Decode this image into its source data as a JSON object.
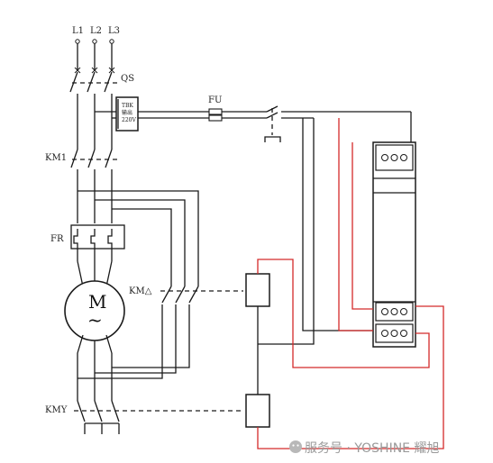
{
  "labels": {
    "l1": "L1",
    "l2": "L2",
    "l3": "L3",
    "qs": "QS",
    "km1": "KM1",
    "fr": "FR",
    "motor": "M",
    "motor_symbol": "~",
    "km_delta": "KM△",
    "kmy": "KMY",
    "fu": "FU"
  },
  "transformer": {
    "line1": "TBK",
    "line2": "输出",
    "line3": "220V"
  },
  "watermark": {
    "text": "服务号 · YOSHINE 耀旭"
  },
  "colors": {
    "wire": "#1a1a1a",
    "control_wire": "#d42a2a",
    "watermark": "#9a9a9a"
  }
}
